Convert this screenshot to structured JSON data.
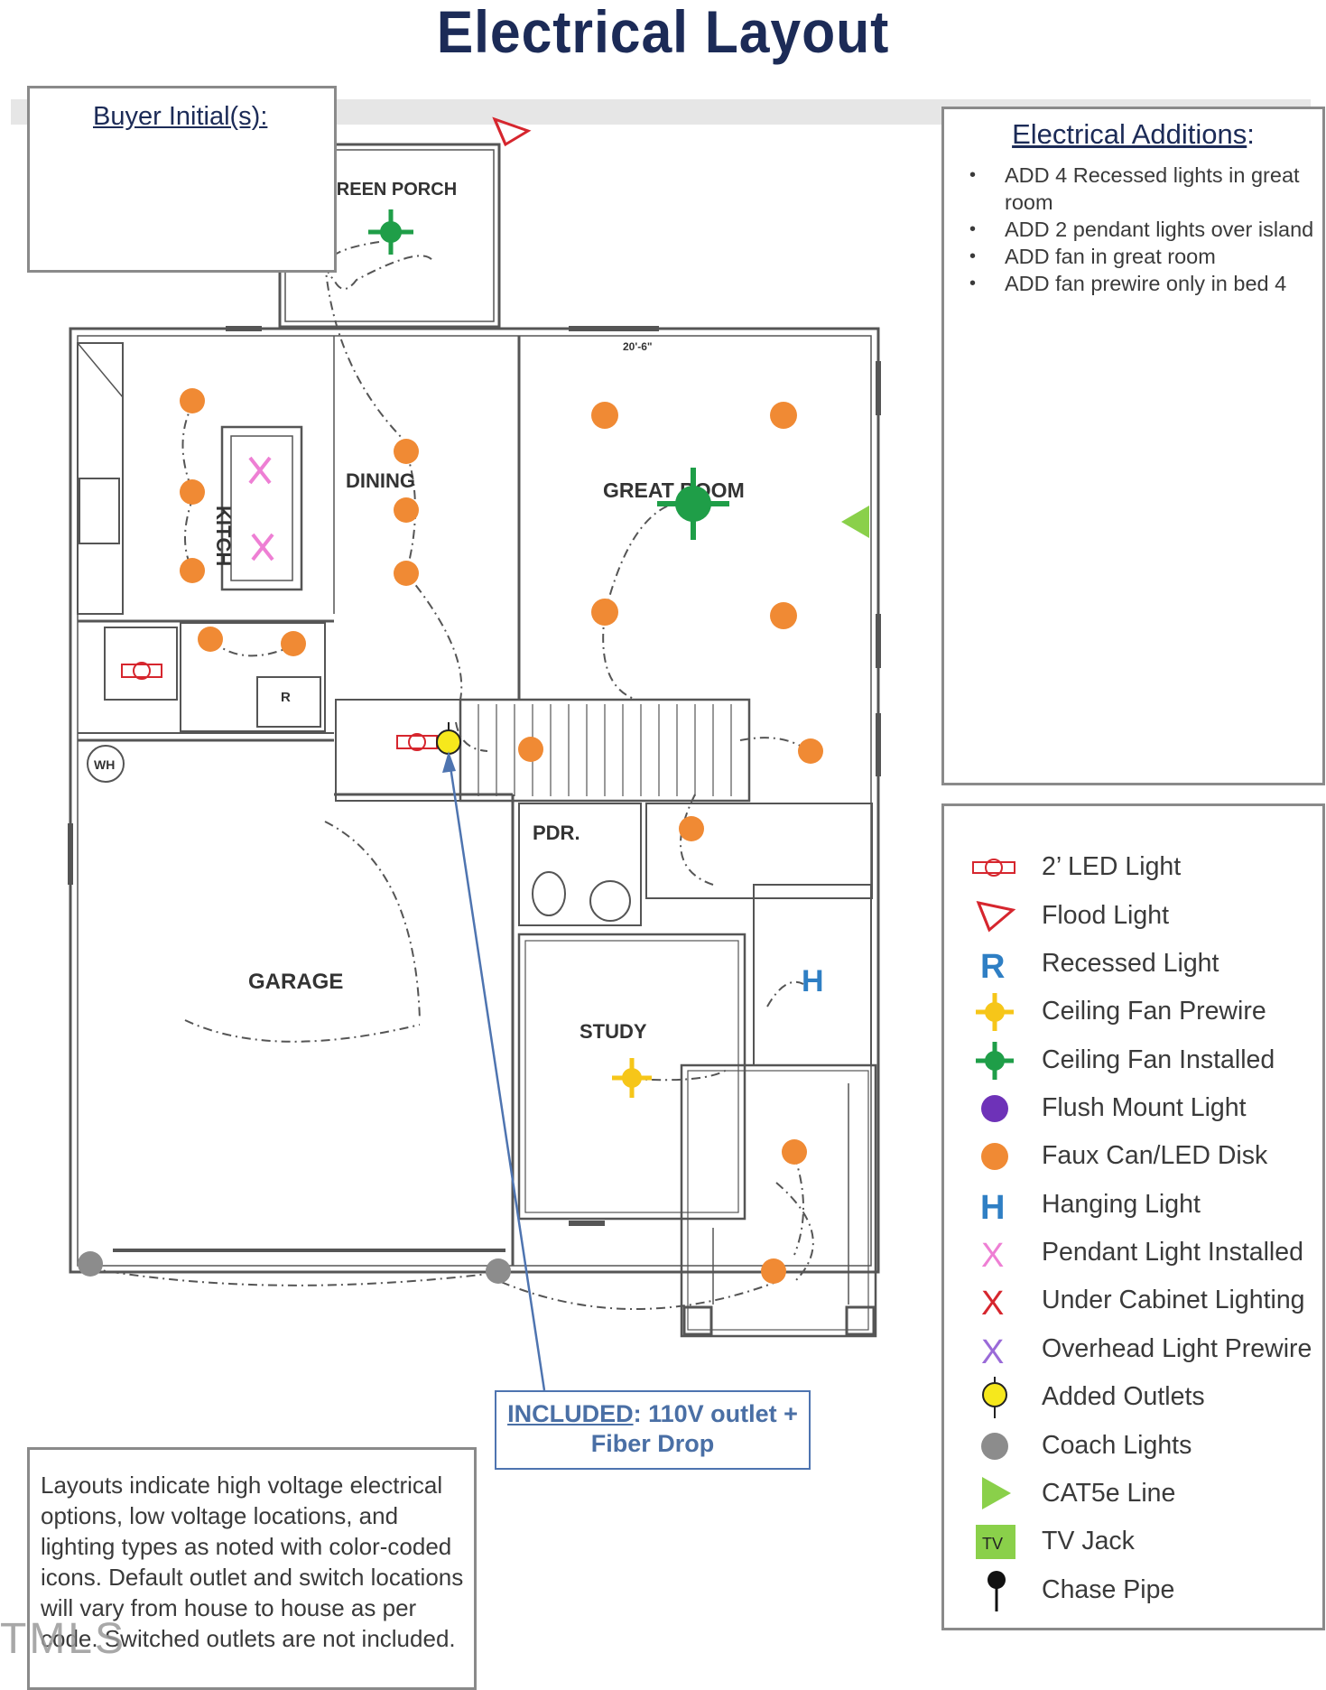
{
  "title": "Electrical Layout",
  "buyer_initials_label": "Buyer Initial(s):",
  "additions": {
    "heading": "Electrical Additions",
    "heading_suffix": ":",
    "items": [
      "ADD 4 Recessed lights in great room",
      "ADD 2 pendant lights over island",
      "ADD fan in great room",
      "ADD fan prewire only in bed 4"
    ]
  },
  "rooms": {
    "screen_porch": "SCREEN PORCH",
    "dining": "DINING",
    "great_room": "GREAT ROOM",
    "kitchen": "KITCH",
    "pdr": "PDR.",
    "garage": "GARAGE",
    "study": "STUDY",
    "wh": "WH",
    "fridge": "R",
    "dim_top": "20'-6\""
  },
  "callout": {
    "included": "INCLUDED",
    "rest": ": 110V outlet +",
    "line2": "Fiber Drop"
  },
  "notes": "Layouts indicate high voltage electrical options, low voltage locations, and lighting types as noted with color-coded icons. Default outlet and switch locations will vary from house to house as per code. Switched outlets are not included.",
  "legend": [
    {
      "icon": "led-2ft-icon",
      "label": "2’ LED Light"
    },
    {
      "icon": "flood-light-icon",
      "label": "Flood Light"
    },
    {
      "icon": "recessed-light-icon",
      "label": "Recessed Light",
      "glyph": "R"
    },
    {
      "icon": "fan-prewire-icon",
      "label": "Ceiling Fan Prewire"
    },
    {
      "icon": "fan-installed-icon",
      "label": "Ceiling Fan Installed"
    },
    {
      "icon": "flush-mount-icon",
      "label": "Flush Mount Light"
    },
    {
      "icon": "faux-can-icon",
      "label": "Faux Can/LED Disk"
    },
    {
      "icon": "hanging-light-icon",
      "label": "Hanging Light",
      "glyph": "H"
    },
    {
      "icon": "pendant-installed-icon",
      "label": "Pendant Light Installed",
      "glyph": "X"
    },
    {
      "icon": "under-cabinet-icon",
      "label": "Under Cabinet Lighting",
      "glyph": "X"
    },
    {
      "icon": "overhead-prewire-icon",
      "label": "Overhead Light Prewire",
      "glyph": "X"
    },
    {
      "icon": "added-outlet-icon",
      "label": "Added Outlets"
    },
    {
      "icon": "coach-light-icon",
      "label": "Coach Lights"
    },
    {
      "icon": "cat5e-icon",
      "label": "CAT5e Line"
    },
    {
      "icon": "tv-jack-icon",
      "label": "TV Jack",
      "glyph": "TV"
    },
    {
      "icon": "chase-pipe-icon",
      "label": "Chase Pipe"
    }
  ],
  "colors": {
    "title": "#1c2b57",
    "orange": "#f08a34",
    "green": "#1f9e48",
    "yellow": "#f6c619",
    "pink": "#ee7fd4",
    "red": "#d6262e",
    "purple": "#9a6ad8",
    "blue": "#2f7fc4",
    "gray": "#8c8c8c",
    "lime": "#8ad04a",
    "callout": "#4a6fa5"
  },
  "watermark": "TMLS"
}
